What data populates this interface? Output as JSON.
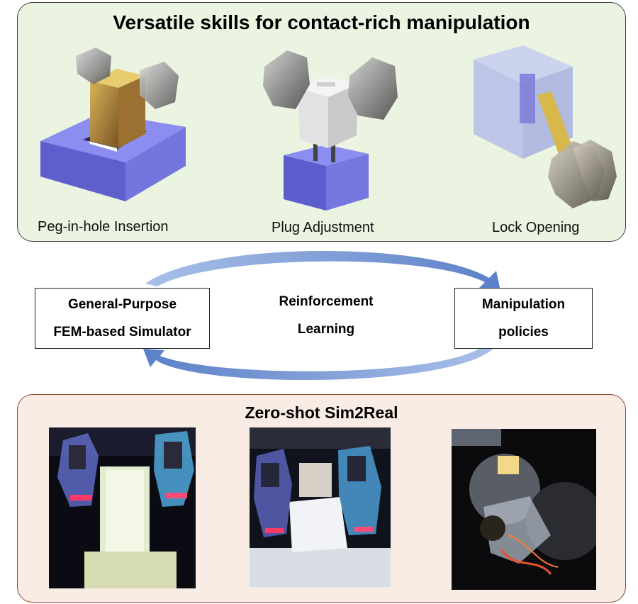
{
  "top_panel": {
    "title": "Versatile skills for contact-rich manipulation",
    "skills": [
      {
        "label": "Peg-in-hole Insertion"
      },
      {
        "label": "Plug Adjustment"
      },
      {
        "label": "Lock Opening"
      }
    ]
  },
  "cycle": {
    "left_box": {
      "line1": "General-Purpose",
      "line2": "FEM-based Simulator"
    },
    "center": {
      "line1": "Reinforcement",
      "line2": "Learning"
    },
    "right_box": {
      "line1": "Manipulation",
      "line2": "policies"
    }
  },
  "bottom_panel": {
    "title": "Zero-shot Sim2Real"
  },
  "colors": {
    "top_panel_bg": "#ebf3e1",
    "bottom_panel_bg": "#f9ece5",
    "arrow": "#5b80c8",
    "base_block": "#6e6fd6"
  }
}
